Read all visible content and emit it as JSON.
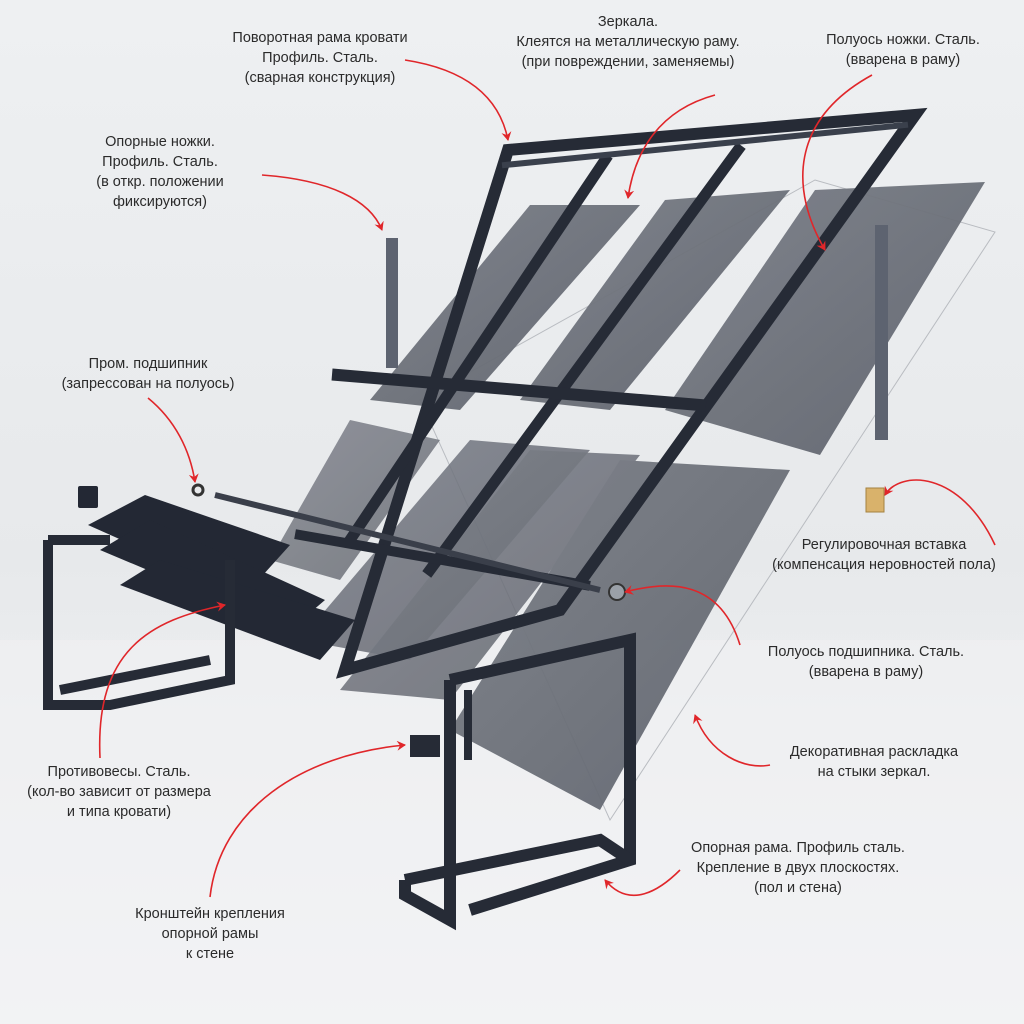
{
  "labels": {
    "rotating_frame": {
      "lines": [
        "Поворотная рама кровати",
        "Профиль. Сталь.",
        "(сварная конструкция)"
      ]
    },
    "mirrors": {
      "lines": [
        "Зеркала.",
        "Клеятся на металлическую раму.",
        "(при повреждении, заменяемы)"
      ]
    },
    "leg_strip": {
      "lines": [
        "Полуось ножки. Сталь.",
        "(вварена в раму)"
      ]
    },
    "support_legs": {
      "lines": [
        "Опорные ножки.",
        "Профиль. Сталь.",
        "(в откр. положении",
        "фиксируются)"
      ]
    },
    "bearing": {
      "lines": [
        "Пром. подшипник",
        "(запрессован на полуось)"
      ]
    },
    "adjust_insert": {
      "lines": [
        "Регулировочная вставка",
        "(компенсация неровностей пола)"
      ]
    },
    "bearing_axle": {
      "lines": [
        "Полуось подшипника. Сталь.",
        "(вварена в раму)"
      ]
    },
    "decor_strip": {
      "lines": [
        "Декоративная раскладка",
        "на стыки зеркал."
      ]
    },
    "counterweights": {
      "lines": [
        "Противовесы. Сталь.",
        "(кол-во зависит от размера",
        "и типа кровати)"
      ]
    },
    "support_frame": {
      "lines": [
        "Опорная рама. Профиль сталь.",
        "Крепление в двух плоскостях.",
        "(пол и стена)"
      ]
    },
    "wall_bracket": {
      "lines": [
        "Кронштейн крепления",
        "опорной рамы",
        "к стене"
      ]
    }
  },
  "colors": {
    "frame": "#262b36",
    "mirror": "#6e727b",
    "arrow": "#e0262a",
    "insert": "#d9b26b"
  }
}
